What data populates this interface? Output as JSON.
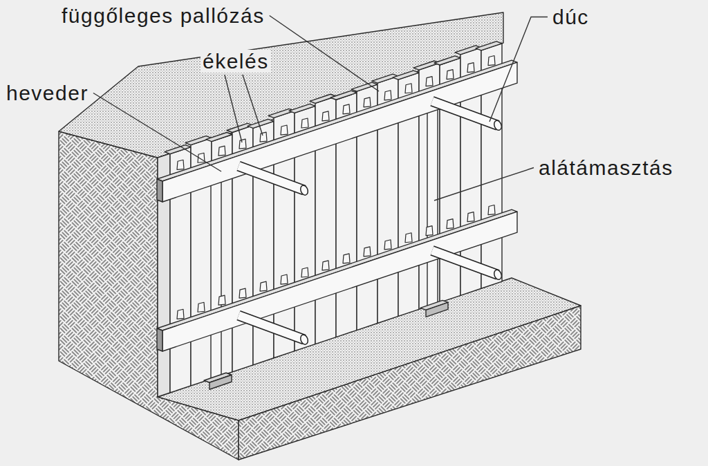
{
  "diagram": {
    "labels": [
      "függőleges pallózás",
      "ékelés",
      "heveder",
      "dúc",
      "alátámasztás"
    ]
  }
}
